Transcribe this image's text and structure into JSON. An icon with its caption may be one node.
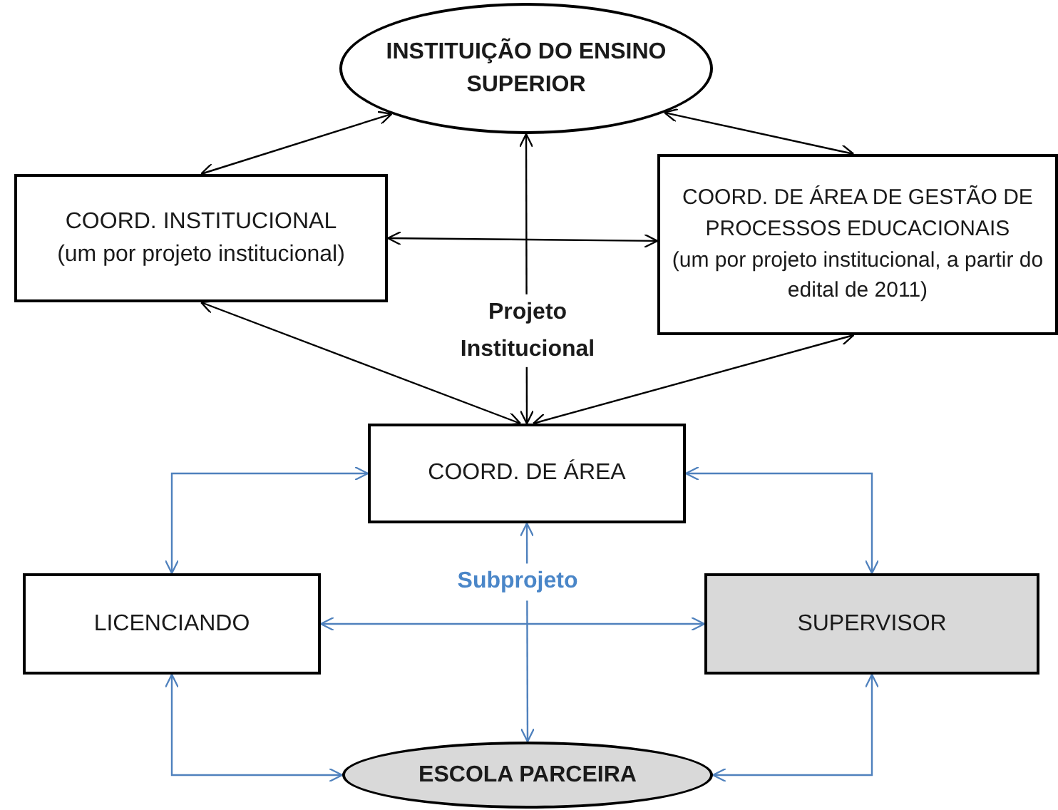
{
  "diagram": {
    "nodes": [
      {
        "text": [
          "INSTITUIÇÃO DO ENSINO SUPERIOR"
        ]
      },
      {
        "text": [
          "COORD. INSTITUCIONAL",
          "(um por projeto institucional)"
        ]
      },
      {
        "text": [
          "COORD. DE ÁREA DE GESTÃO DE PROCESSOS EDUCACIONAIS",
          "(um por projeto institucional,  a partir do edital de 2011)"
        ]
      },
      {
        "text": [
          "COORD. DE ÁREA"
        ]
      },
      {
        "text": [
          "LICENCIANDO"
        ]
      },
      {
        "text": [
          "SUPERVISOR"
        ]
      },
      {
        "text": [
          "ESCOLA PARCEIRA"
        ]
      }
    ],
    "edges": [
      {
        "from": 0,
        "to": 1,
        "arrow": "both"
      },
      {
        "from": 0,
        "to": 2,
        "arrow": "both"
      },
      {
        "from": 0,
        "to": 3,
        "arrow": "both"
      },
      {
        "from": 1,
        "to": 2,
        "arrow": "both"
      },
      {
        "from": 1,
        "to": 3,
        "arrow": "both"
      },
      {
        "from": 2,
        "to": 3,
        "arrow": "both"
      },
      {
        "from": 3,
        "to": 4,
        "arrow": "both",
        "color": "#4f81bd"
      },
      {
        "from": 3,
        "to": 5,
        "arrow": "both",
        "color": "#4f81bd"
      },
      {
        "from": 4,
        "to": 5,
        "arrow": "both",
        "color": "#4f81bd"
      },
      {
        "from": 3,
        "to": 6,
        "arrow": "both",
        "color": "#4f81bd"
      },
      {
        "from": 4,
        "to": 6,
        "arrow": "both",
        "color": "#4f81bd"
      },
      {
        "from": 5,
        "to": 6,
        "arrow": "both",
        "color": "#4f81bd"
      }
    ],
    "labels": [
      "Projeto Institucional",
      "Subprojeto"
    ]
  }
}
